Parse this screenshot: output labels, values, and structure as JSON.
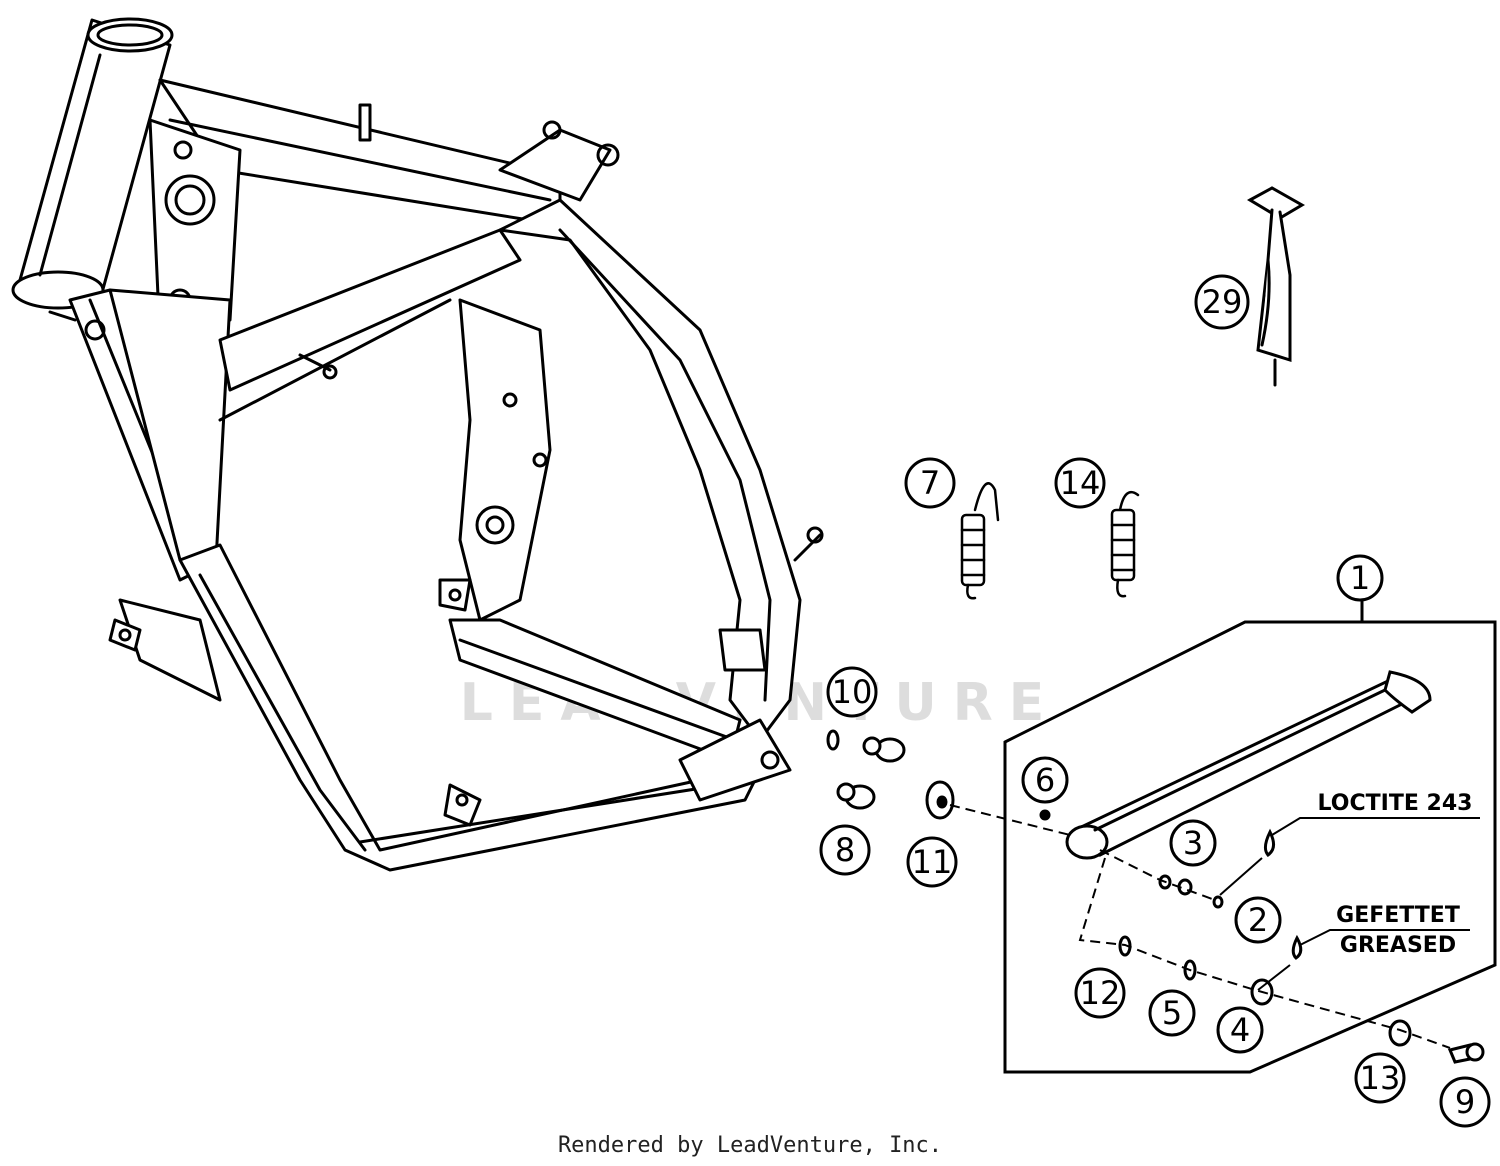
{
  "callouts": {
    "c1": "1",
    "c2": "2",
    "c3": "3",
    "c4": "4",
    "c5": "5",
    "c6": "6",
    "c7": "7",
    "c8": "8",
    "c9": "9",
    "c10": "10",
    "c11": "11",
    "c12": "12",
    "c13": "13",
    "c14": "14",
    "c29": "29"
  },
  "notes": {
    "loctite": "LOCTITE 243",
    "greased_de": "GEFETTET",
    "greased_en": "GREASED"
  },
  "watermark": "LEADVENTURE",
  "footer": "Rendered by LeadVenture, Inc."
}
